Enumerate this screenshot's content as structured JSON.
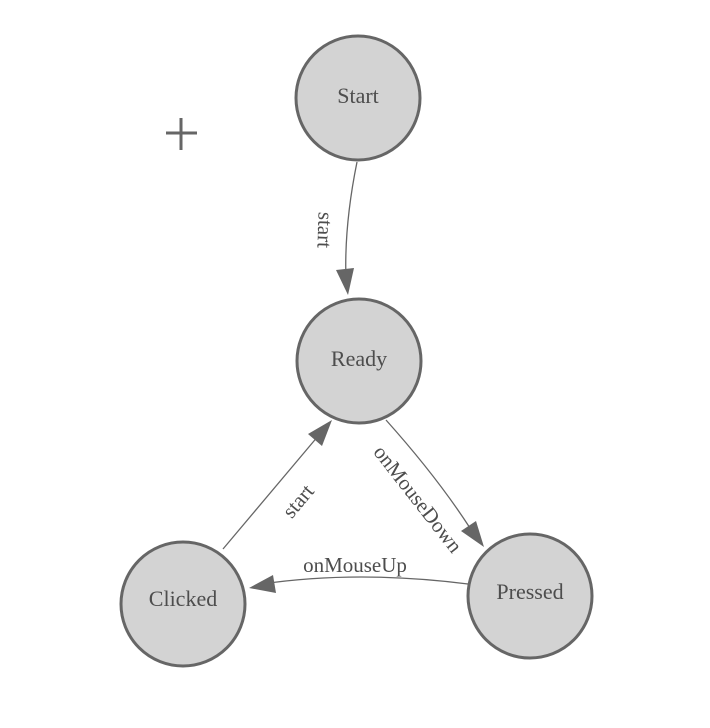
{
  "diagram": {
    "type": "state-machine-graph",
    "background": "#ffffff",
    "colors": {
      "node_fill": "#d3d3d3",
      "node_stroke": "#666666",
      "edge_stroke": "#666666",
      "arrowhead_fill": "#666666",
      "label_text": "#4d4d4d"
    },
    "nodes": [
      {
        "id": "start",
        "label": "Start"
      },
      {
        "id": "ready",
        "label": "Ready"
      },
      {
        "id": "clicked",
        "label": "Clicked"
      },
      {
        "id": "pressed",
        "label": "Pressed"
      }
    ],
    "edges": [
      {
        "from": "Start",
        "to": "Ready",
        "label": "start"
      },
      {
        "from": "Clicked",
        "to": "Ready",
        "label": "start"
      },
      {
        "from": "Ready",
        "to": "Pressed",
        "label": "onMouseDown"
      },
      {
        "from": "Pressed",
        "to": "Clicked",
        "label": "onMouseUp"
      }
    ],
    "cursor": {
      "icon": "plus-crosshair"
    }
  }
}
